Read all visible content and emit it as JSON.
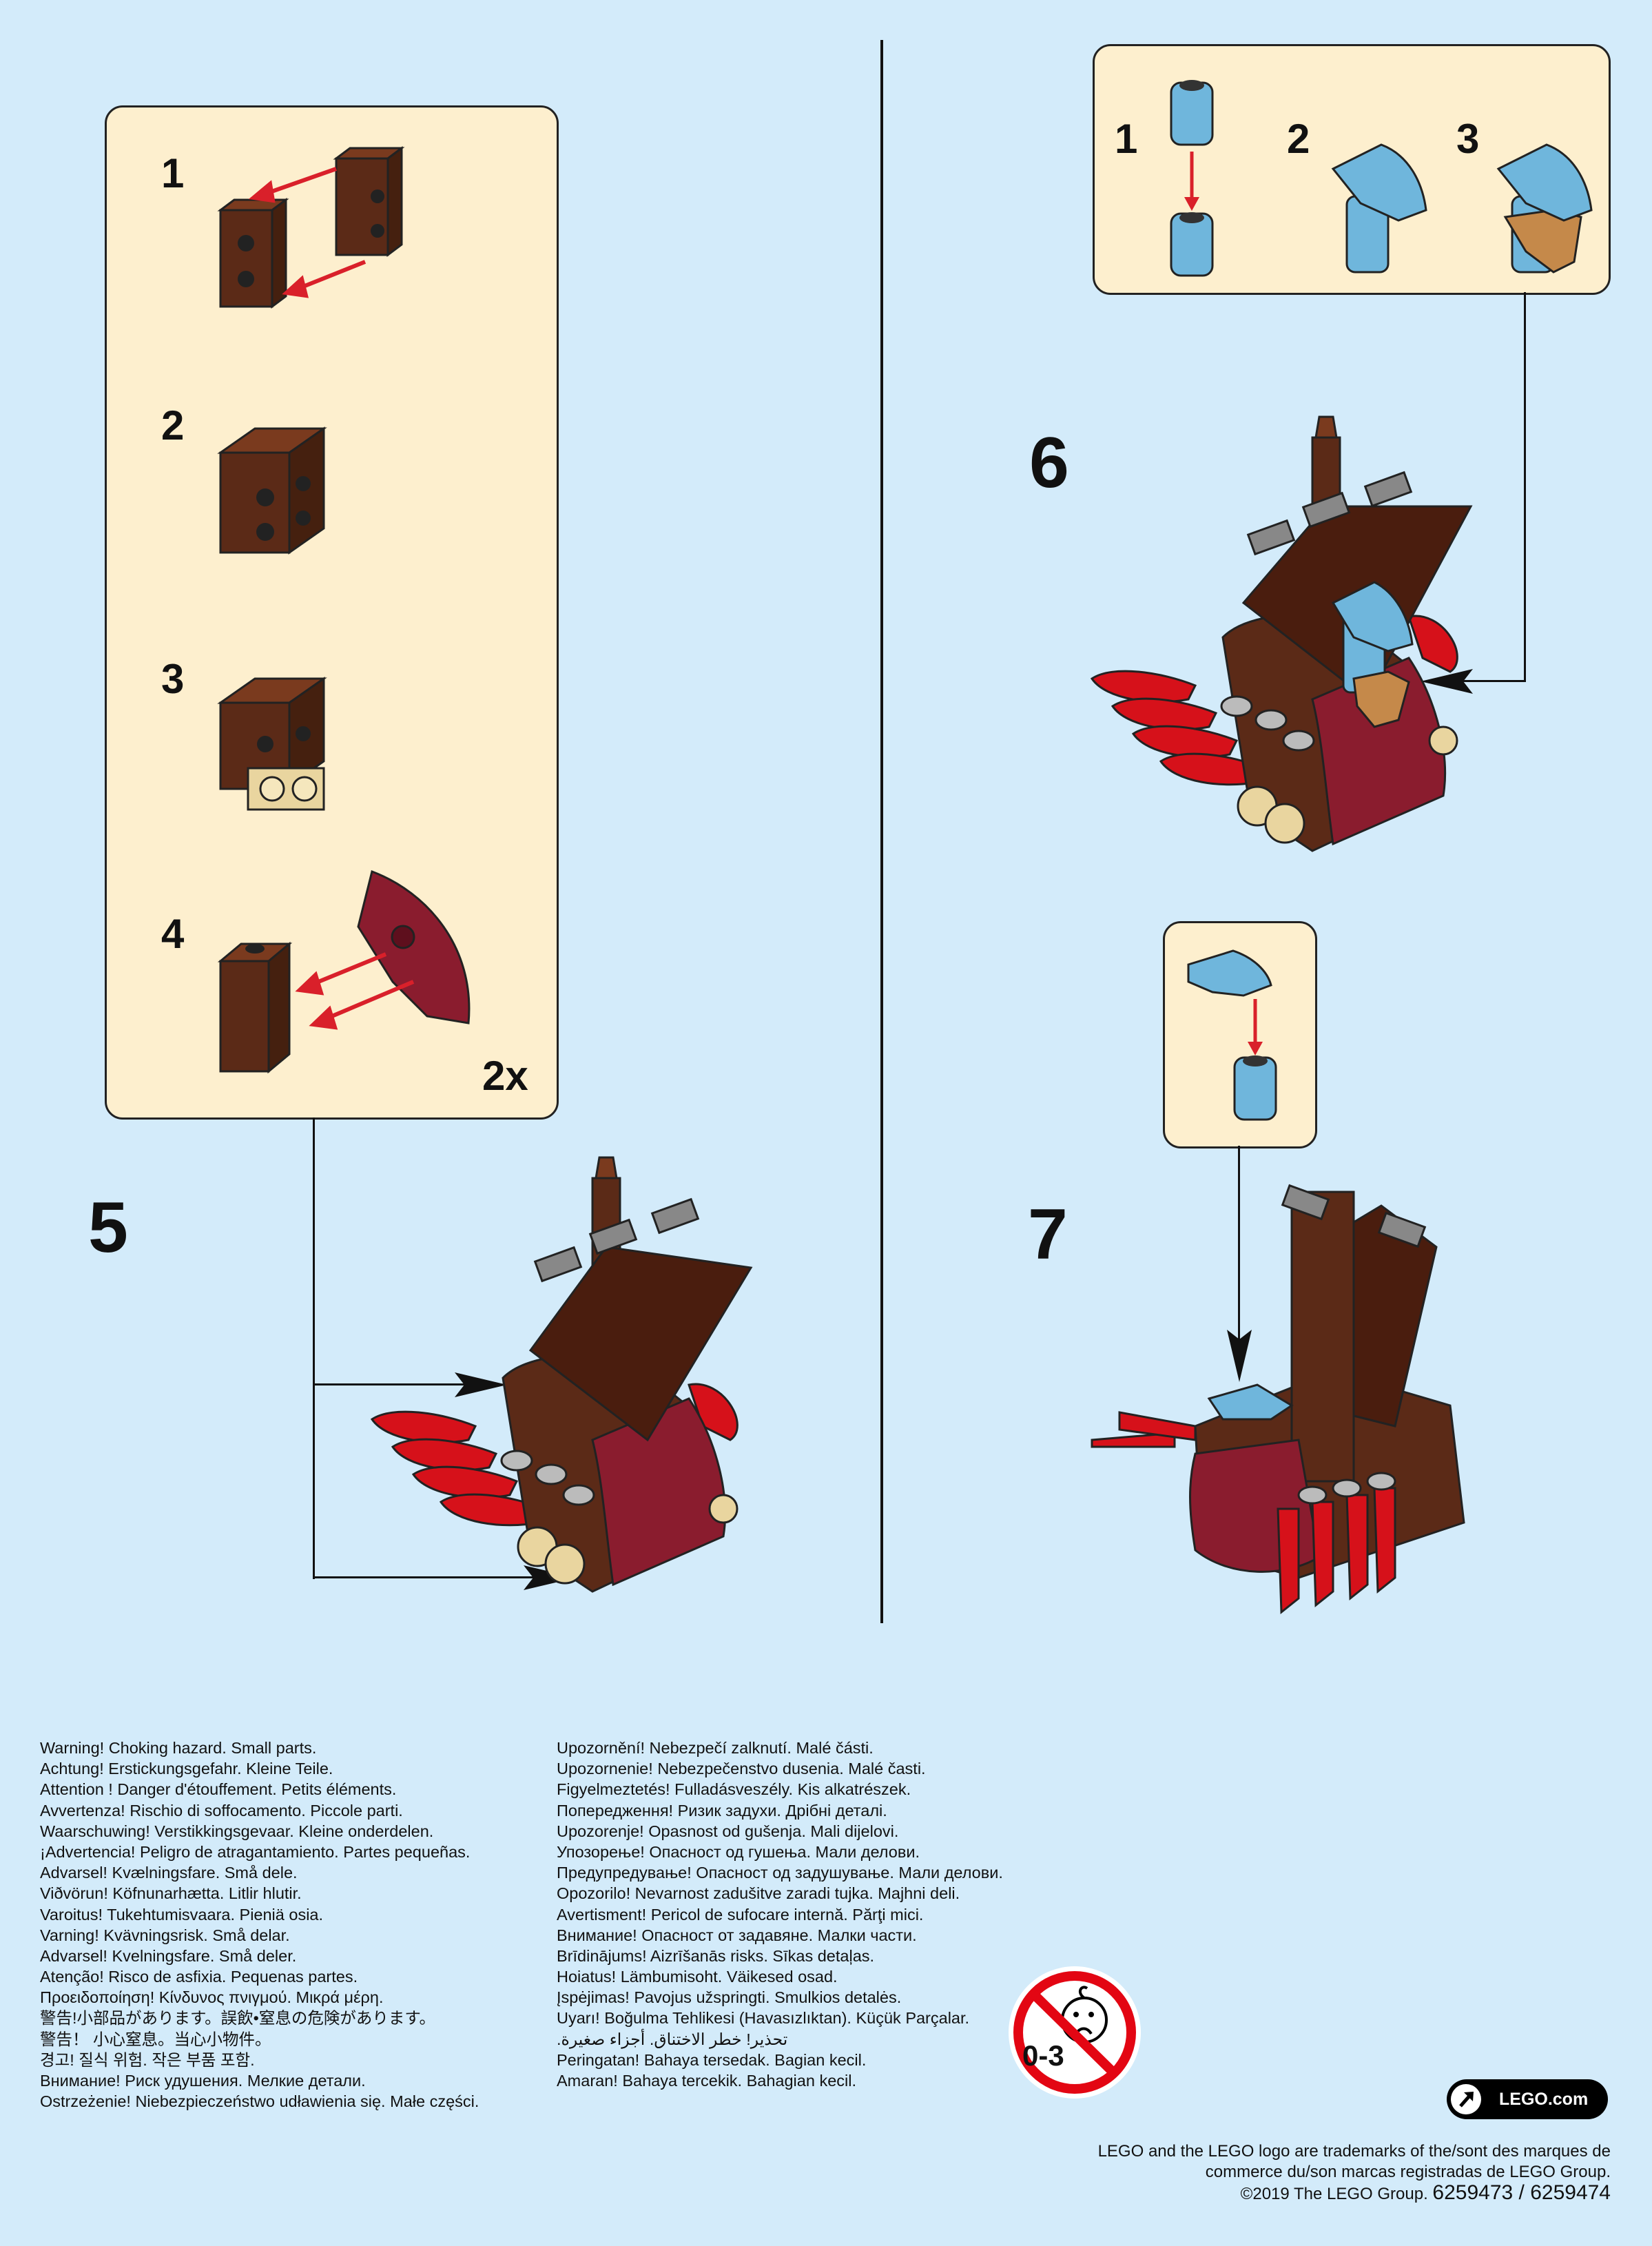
{
  "substeps_box": {
    "steps": [
      "1",
      "2",
      "3",
      "4"
    ],
    "multiplier": "2x"
  },
  "main_steps": {
    "step5": "5",
    "step6": "6",
    "step7": "7"
  },
  "top_right_box": {
    "steps": [
      "1",
      "2",
      "3"
    ]
  },
  "warnings_col1": [
    "Warning! Choking hazard. Small parts.",
    "Achtung! Erstickungsgefahr. Kleine Teile.",
    "Attention ! Danger d'étouffement. Petits éléments.",
    "Avvertenza! Rischio di soffocamento. Piccole parti.",
    "Waarschuwing! Verstikkingsgevaar. Kleine onderdelen.",
    "¡Advertencia! Peligro de atragantamiento. Partes pequeñas.",
    "Advarsel! Kvælningsfare. Små dele.",
    "Viðvörun! Köfnunarhætta. Litlir hlutir.",
    "Varoitus! Tukehtumisvaara. Pieniä osia.",
    "Varning! Kvävningsrisk. Små delar.",
    "Advarsel! Kvelningsfare. Små deler.",
    "Atenção! Risco de asfixia. Pequenas partes.",
    "Προειδοποίηση! Κίνδυνος πνιγμού. Μικρά μέρη.",
    "警告!小部品があります。誤飲•窒息の危険があります。",
    "警告！ 小心窒息。当心小物件。",
    "경고! 질식 위험. 작은 부품 포함.",
    "Внимание! Риск удушения. Мелкие детали.",
    "Ostrzeżenie! Niebezpieczeństwo udławienia się. Małe części."
  ],
  "warnings_col2": [
    "Upozornění! Nebezpečí zalknutí. Malé části.",
    "Upozornenie! Nebezpečenstvo dusenia. Malé časti.",
    "Figyelmeztetés! Fulladásveszély. Kis alkatrészek.",
    "Попередження! Ризик задухи. Дрібні деталі.",
    "Upozorenje! Opasnost od gušenja. Mali dijelovi.",
    "Упозорење! Опасност од гушења. Мали делови.",
    "Предупредување! Опасност од задушување. Мали делови.",
    "Opozorilo! Nevarnost zadušitve zaradi tujka. Majhni deli.",
    "Avertisment! Pericol de sufocare internă. Părţi mici.",
    "Внимание! Опасност от задавяне. Малки части.",
    "Brīdinājums! Aizrīšanās risks. Sīkas detaļas.",
    "Hoiatus! Lämbumisoht. Väikesed osad.",
    "Įspėjimas! Pavojus užspringti. Smulkios detalės.",
    "Uyarı! Boğulma Tehlikesi (Havasızlıktan). Küçük Parçalar.",
    "تحذير! خطر الاختناق. أجزاء صغيرة.",
    "Peringatan! Bahaya tersedak. Bagian kecil.",
    "Amaran! Bahaya tercekik. Bahagian kecil."
  ],
  "age_warning": {
    "label": "0-3"
  },
  "lego_link": {
    "label": "LEGO.com"
  },
  "trademark": {
    "line1": "LEGO and the LEGO logo are trademarks of the/sont des marques de",
    "line2": "commerce du/son marcas registradas de LEGO Group.",
    "line3": "©2019 The LEGO Group.",
    "codes": "6259473 / 6259474"
  },
  "colors": {
    "background": "#d3ebfa",
    "box": "#fdefce",
    "brown": "#5b2a17",
    "dark_red": "#8a1c2e",
    "red": "#d6111a",
    "light_blue": "#6fb6dc",
    "tan": "#e9d59f",
    "arrow_red": "#d9202a"
  }
}
